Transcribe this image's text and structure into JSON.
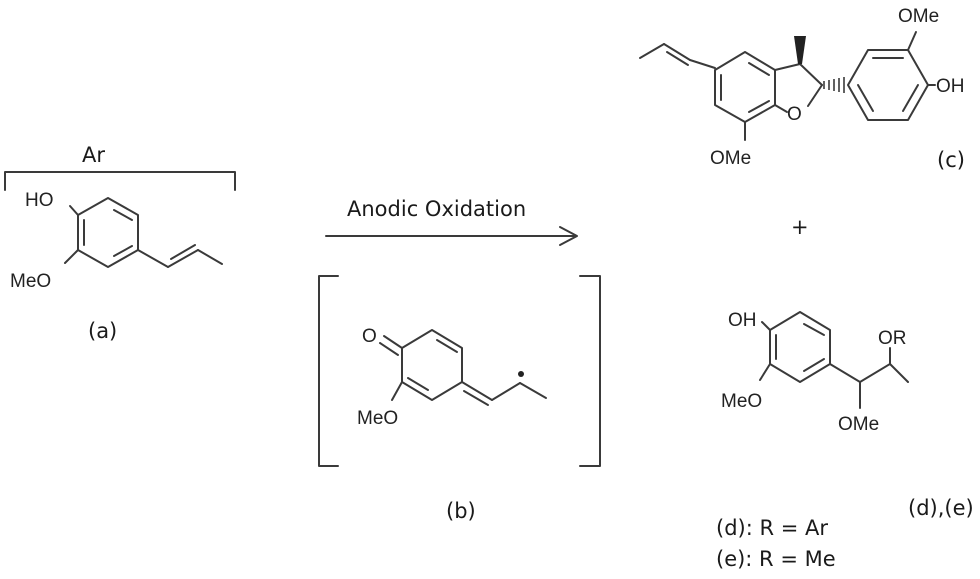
{
  "reaction": {
    "arrow_label": "Anodic Oxidation",
    "plus": "+"
  },
  "compounds": {
    "a": {
      "label": "(a)",
      "group_label": "Ar",
      "atoms": {
        "ho": "HO",
        "meo": "MeO"
      }
    },
    "b": {
      "label": "(b)",
      "atoms": {
        "o": "O",
        "meo": "MeO"
      }
    },
    "c": {
      "label": "(c)",
      "atoms": {
        "ome_top": "OMe",
        "oh": "OH",
        "o_ring": "O",
        "ome_bottom": "OMe"
      }
    },
    "de": {
      "label": "(d),(e)",
      "atoms": {
        "oh": "OH",
        "meo": "MeO",
        "or": "OR",
        "ome": "OMe"
      },
      "definitions": [
        "(d): R = Ar",
        "(e): R = Me"
      ]
    }
  }
}
